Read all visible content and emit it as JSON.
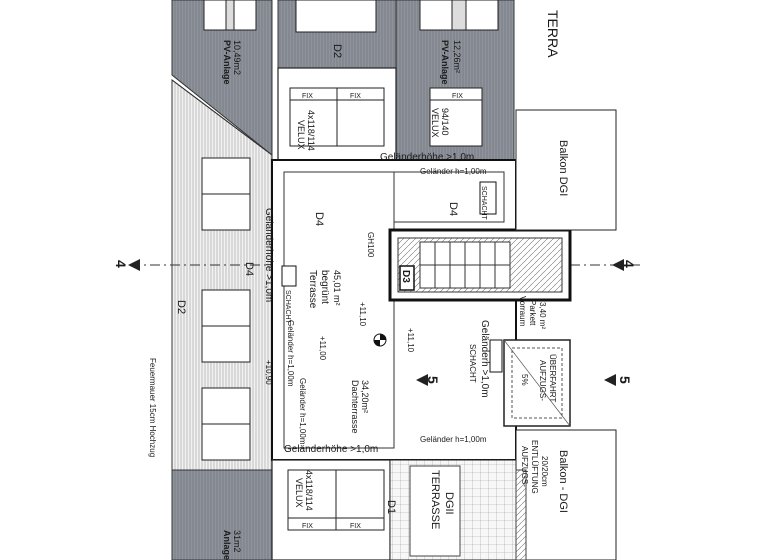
{
  "plan": {
    "title_right": "TERRA",
    "roof_sections": [
      {
        "name": "D2",
        "type": "pitched roof"
      },
      {
        "name": "D4",
        "type": "pitched roof"
      }
    ],
    "labels": {
      "pv_left_top": "PV-Anlage",
      "pv_left_top_area": "10,49m2",
      "pv_right_top": "PV-Anlage",
      "pv_right_top_area": "12,26m²",
      "pv_bottom": "Anlage",
      "pv_bottom_area": "31m2",
      "velux_top": "VELUX",
      "velux_top_size": "4x118/114",
      "velux_right": "VELUX",
      "velux_right_size": "94/140",
      "velux_bottom": "VELUX",
      "velux_bottom_size": "4x118/114",
      "fix": "FIX",
      "d2_top": "D2",
      "d2_left": "D2",
      "d4_main": "D4",
      "d4_left": "D4",
      "d4_right": "D4",
      "d3": "D3",
      "d1": "D1",
      "gh100": "GH100",
      "schacht_top_right": "SCHACHT",
      "schacht_mid": "SCHACHT",
      "schacht_right": "SCHACHT",
      "terrasse_name": "Terrasse",
      "terrasse_sub": "begrünt",
      "terrasse_area": "45,01 m²",
      "dachterrasse": "Dachterrasse",
      "dachterrasse_area": "34,20m²",
      "gel_top": "Geländerhöhe >1,0m",
      "gel_top_sub": "Geländer h=1,00m",
      "gel_left": "Geländerhöhe >1,0m",
      "gel_left_sub": "Geländer h=1,00m",
      "gel_mid": "Geländer h=1,00m",
      "gel_right": "Geländerh >1,0m",
      "gel_bottom": "Geländerhöhe >1,0m",
      "gel_bottom_sub": "Geländer h=1,00m",
      "lvl_1100": "+11,00",
      "lvl_1110_a": "+11,10",
      "lvl_1110_b": "+11,10",
      "lvl_1090": "+10,90",
      "vorraum": "Vorraum",
      "parkett": "Parkett",
      "vorraum_area": "3,40 m²",
      "aufzug_1": "AUFZUGS-",
      "aufzug_2": "ÜBERFAHRT",
      "slope": "5%",
      "entl_1": "AUFZUGS-",
      "entl_2": "ENTLÜFTUNG",
      "entl_3": "20/20cm",
      "balkon_top": "Balkon DGI",
      "balkon_bottom": "Balkon - DGI",
      "terrasse_dgii_1": "TERRASSE",
      "terrasse_dgii_2": "DGII",
      "feuermauer": "Feuermauer 15cm Hochzug",
      "section_4": "4",
      "section_5": "5"
    }
  }
}
